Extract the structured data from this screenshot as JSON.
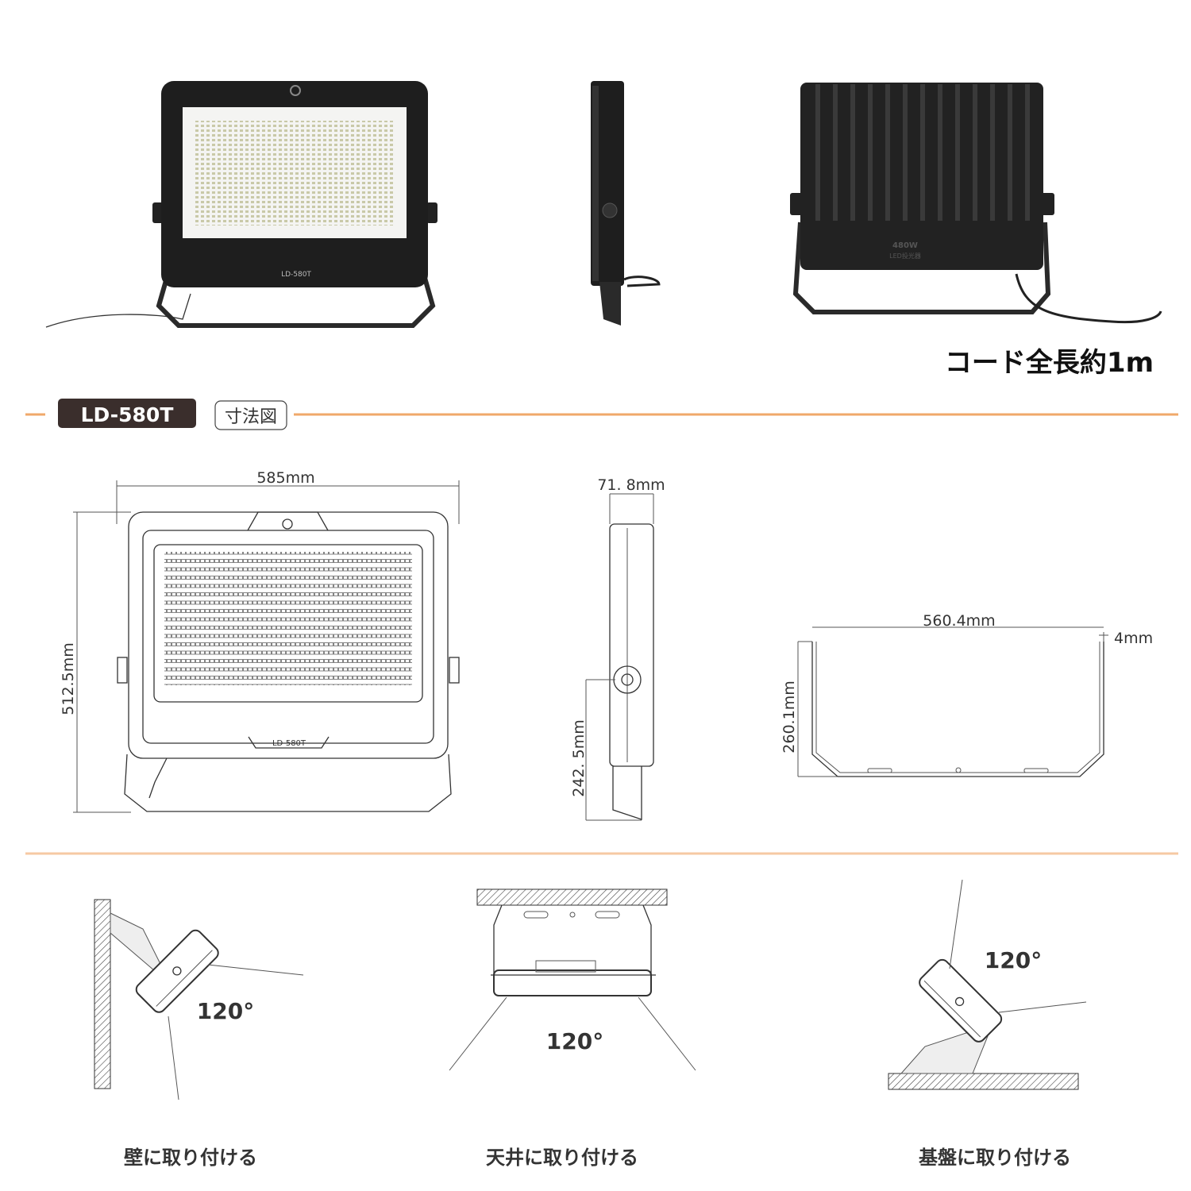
{
  "product": {
    "model": "LD-580T",
    "front_label": "LD-580T",
    "rear_label_watts": "480W",
    "rear_label_type": "LED投光器",
    "cord_note": "コード全長約1m"
  },
  "section": {
    "model_badge": "LD-580T",
    "title": "寸法図"
  },
  "dimensions": {
    "front_width": "585mm",
    "front_height": "512.5mm",
    "side_depth": "71. 8mm",
    "side_bracket_height": "242. 5mm",
    "bracket_width": "560.4mm",
    "bracket_thickness": "4mm",
    "bracket_height": "260.1mm"
  },
  "mounting": [
    {
      "angle": "120°",
      "label": "壁に取り付ける"
    },
    {
      "angle": "120°",
      "label": "天井に取り付ける"
    },
    {
      "angle": "120°",
      "label": "基盤に取り付ける"
    }
  ],
  "colors": {
    "accent": "#f0a86a",
    "badge": "#3a2e2c",
    "body": "#1e1e1e"
  }
}
